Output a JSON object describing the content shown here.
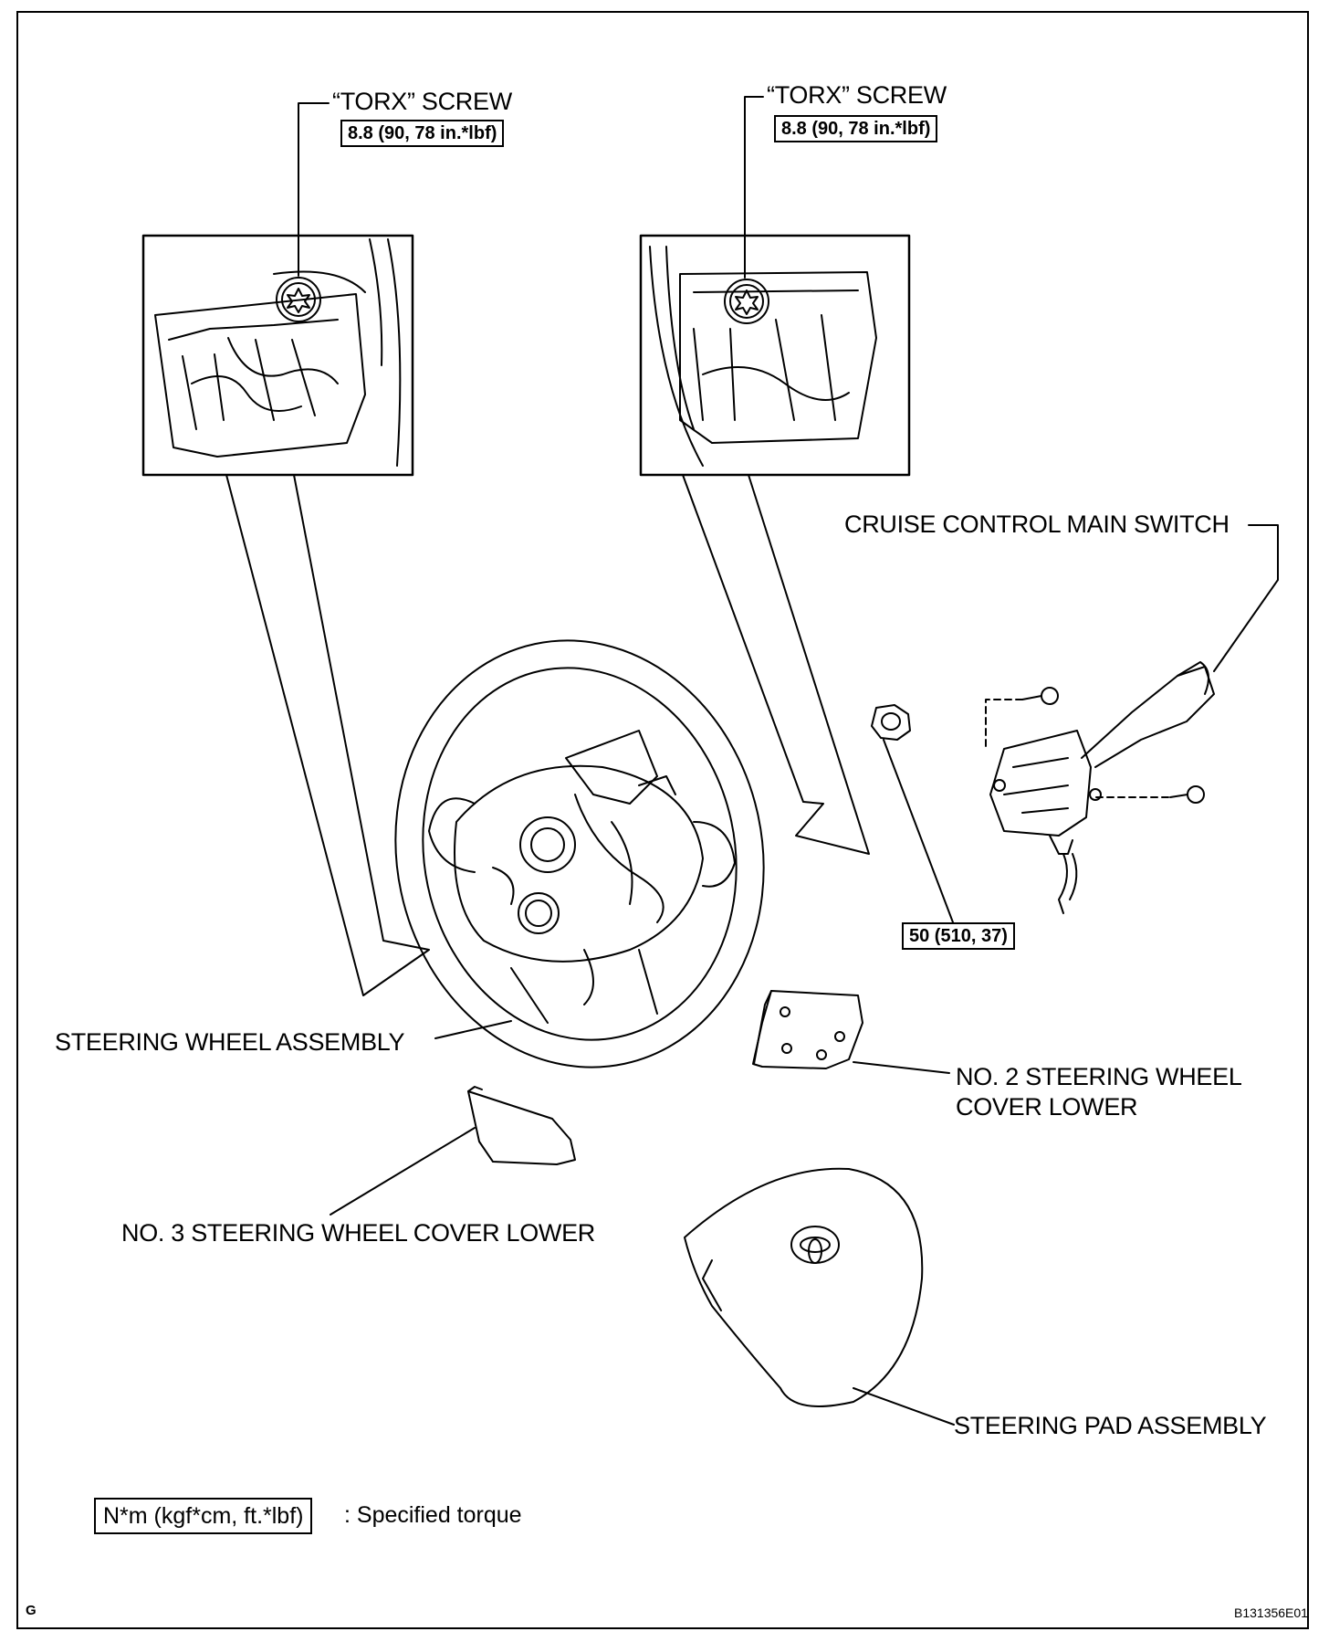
{
  "labels": {
    "torx_left": "“TORX” SCREW",
    "torx_right": "“TORX” SCREW",
    "cruise_switch": "CRUISE CONTROL MAIN SWITCH",
    "steering_wheel": "STEERING WHEEL ASSEMBLY",
    "cover2_line1": "NO. 2 STEERING WHEEL",
    "cover2_line2": "COVER LOWER",
    "cover3": "NO. 3 STEERING WHEEL COVER LOWER",
    "pad": "STEERING PAD ASSEMBLY"
  },
  "torques": {
    "torx_left": "8.8 (90, 78 in.*lbf)",
    "torx_right": "8.8 (90, 78 in.*lbf)",
    "nut": "50 (510, 37)"
  },
  "legend": {
    "unit_box": "N*m (kgf*cm, ft.*lbf)",
    "description": ": Specified torque"
  },
  "corner": {
    "page_mark": "G",
    "figure_code": "B131356E01"
  }
}
